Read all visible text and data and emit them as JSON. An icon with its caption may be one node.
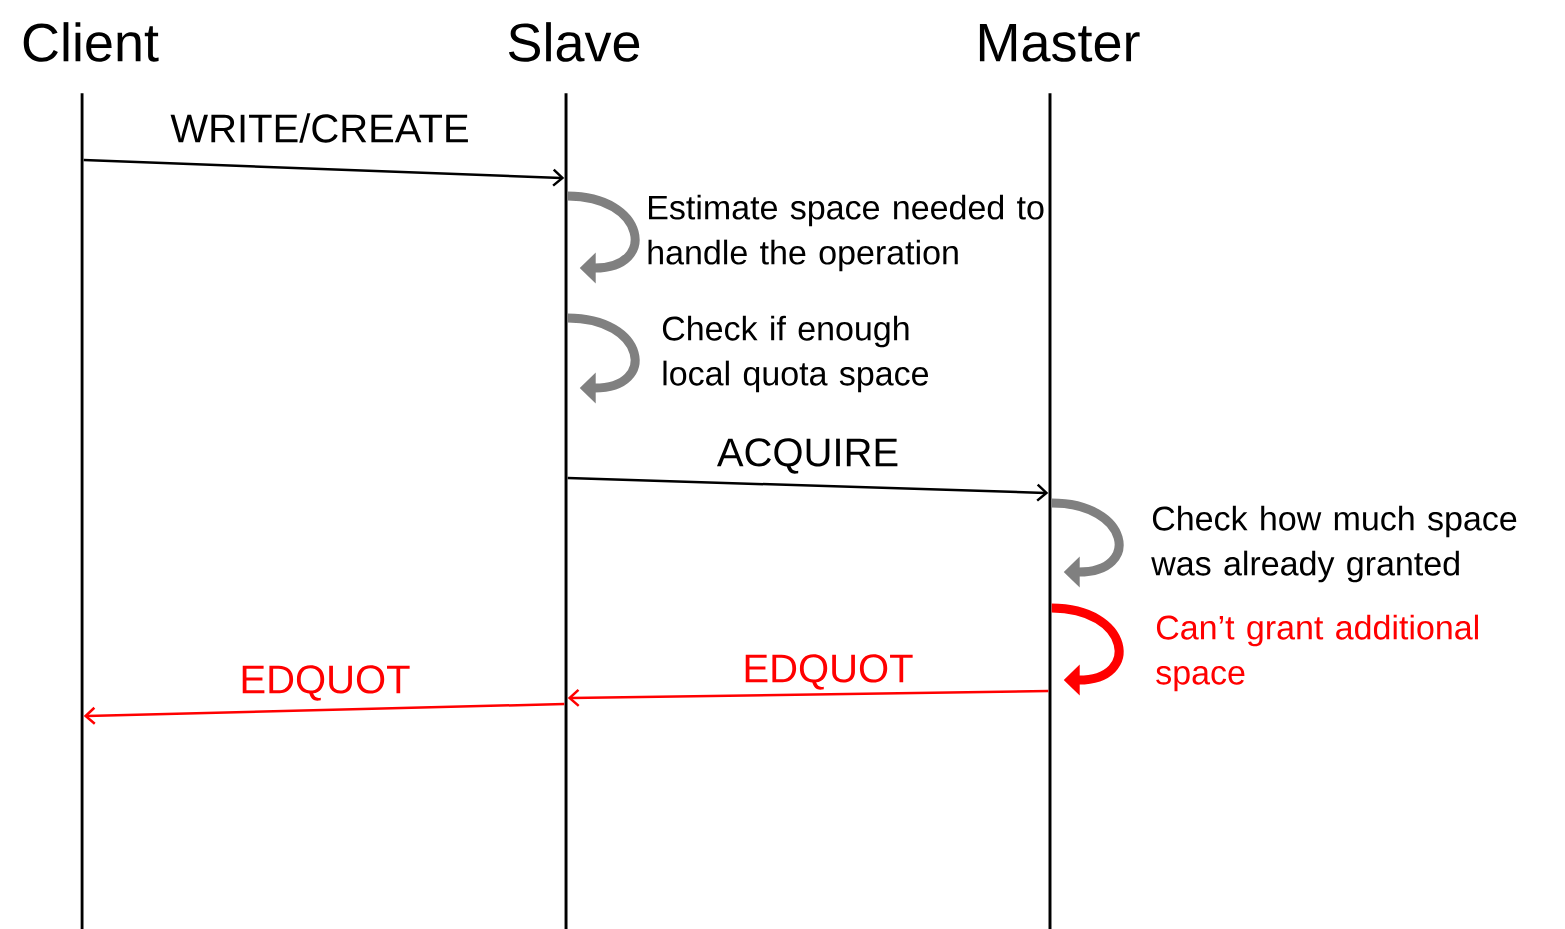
{
  "diagram": {
    "nodes": [
      {
        "text": [
          "Client"
        ]
      },
      {
        "text": [
          "Slave"
        ]
      },
      {
        "text": [
          "Master"
        ]
      }
    ],
    "edges": [
      {
        "from": 0,
        "to": 1,
        "arrow": "to",
        "label": "WRITE/CREATE",
        "color": "#000000"
      },
      {
        "from": 1,
        "to": 1,
        "arrow": "to",
        "label": "Estimate space needed to handle the operation",
        "style": "thick",
        "color": "#808080"
      },
      {
        "from": 1,
        "to": 1,
        "arrow": "to",
        "label": "Check if enough local quota space",
        "style": "thick",
        "color": "#808080"
      },
      {
        "from": 1,
        "to": 2,
        "arrow": "to",
        "label": "ACQUIRE",
        "color": "#000000"
      },
      {
        "from": 2,
        "to": 2,
        "arrow": "to",
        "label": "Check how much space was already granted",
        "style": "thick",
        "color": "#808080"
      },
      {
        "from": 2,
        "to": 2,
        "arrow": "to",
        "label": "Can’t grant additional space",
        "style": "thick",
        "color": "#ff0000"
      },
      {
        "from": 2,
        "to": 1,
        "arrow": "to",
        "label": "EDQUOT",
        "color": "#ff0000"
      },
      {
        "from": 1,
        "to": 0,
        "arrow": "to",
        "label": "EDQUOT",
        "color": "#ff0000"
      }
    ]
  }
}
